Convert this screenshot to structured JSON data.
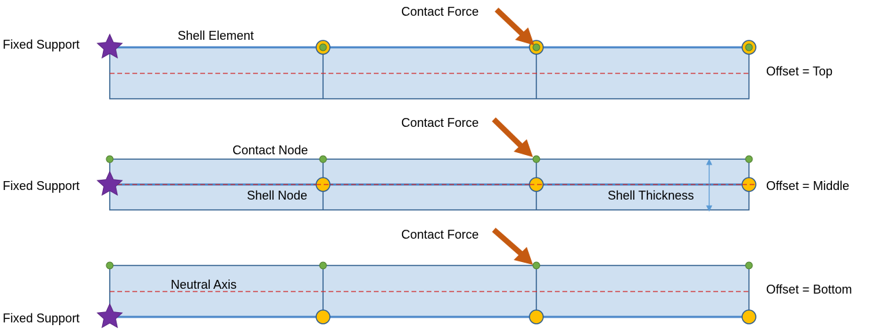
{
  "labels": {
    "fixed_support": "Fixed Support",
    "contact_force": "Contact Force",
    "shell_element": "Shell Element",
    "contact_node": "Contact Node",
    "shell_node": "Shell Node",
    "shell_thickness": "Shell Thickness",
    "neutral_axis": "Neutral Axis",
    "offset_top": "Offset = Top",
    "offset_middle": "Offset = Middle",
    "offset_bottom": "Offset = Bottom"
  },
  "colors": {
    "element_fill": "#cfe0f1",
    "element_stroke": "#2f5d8c",
    "neutral_axis": "#d02a2a",
    "contact_node": "#70ad47",
    "contact_node_stroke": "#507e32",
    "shell_node": "#ffc000",
    "shell_node_stroke": "#2f5d8c",
    "support_star": "#7030a0",
    "force_arrow": "#c55a11",
    "thickness_arrow": "#5b9bd5"
  }
}
